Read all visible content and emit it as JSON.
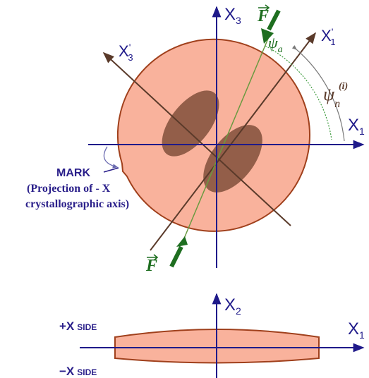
{
  "top_view": {
    "axis_x3": "X",
    "axis_x3_sub": "3",
    "axis_x1": "X",
    "axis_x1_sub": "1",
    "axis_x3p": "X",
    "axis_x3p_sub": "3",
    "axis_x3p_prime": "'",
    "axis_x1p": "X",
    "axis_x1p_sub": "1",
    "axis_x1p_prime": "'",
    "force_top": "F",
    "force_bottom": "F",
    "psi_a": "ψ",
    "psi_a_sub": "a",
    "psi_n": "ψ",
    "psi_n_sub": "n",
    "psi_n_sup": "(i)",
    "mark_label": "MARK",
    "projection_line1": "(Projection of - X",
    "projection_line2": "crystallographic axis)"
  },
  "side_view": {
    "axis_x2": "X",
    "axis_x2_sub": "2",
    "axis_x1": "X",
    "axis_x1_sub": "1",
    "plus_side": "+X",
    "plus_side_small": "SIDE",
    "minus_side": "−X",
    "minus_side_small": "SIDE"
  },
  "colors": {
    "disk_fill": "#f9b29c",
    "disk_edge": "#a0401c",
    "blob_fill": "#8d5a45",
    "axis_blue": "#1f1a8a",
    "axis_brown": "#5a3a2a",
    "force_green": "#1e6e20",
    "force_line": "#6a9a40",
    "mark_color": "#2a1f8a",
    "arc_grey": "#7a7a7a",
    "arc_green": "#3c9a3c"
  }
}
